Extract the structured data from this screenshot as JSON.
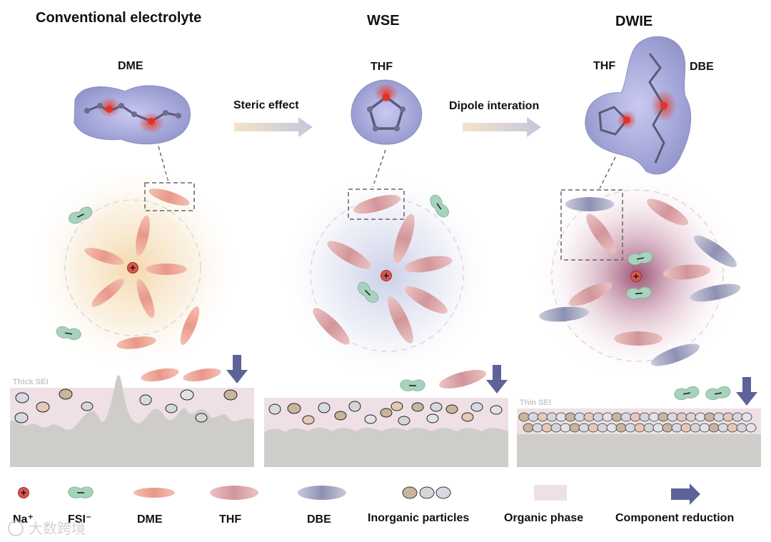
{
  "panels": [
    {
      "title": "Conventional electrolyte",
      "molecule_label": "DME",
      "sei_label": "Thick SEI"
    },
    {
      "title": "WSE",
      "molecule_label": "THF",
      "sei_label": ""
    },
    {
      "title": "DWIE",
      "molecule_label": "THF",
      "molecule_label_2": "DBE",
      "sei_label": "Thin SEI"
    }
  ],
  "transitions": [
    {
      "label": "Steric effect"
    },
    {
      "label": "Dipole interation"
    }
  ],
  "legend": [
    {
      "label": "Na⁺",
      "icon": "sodium-ion-icon"
    },
    {
      "label": "FSI⁻",
      "icon": "fsi-anion-icon"
    },
    {
      "label": "DME",
      "icon": "dme-ellipse-icon"
    },
    {
      "label": "THF",
      "icon": "thf-ellipse-icon"
    },
    {
      "label": "DBE",
      "icon": "dbe-ellipse-icon"
    },
    {
      "label": "Inorganic particles",
      "icon": "inorganic-particles-icon"
    },
    {
      "label": "Organic phase",
      "icon": "organic-phase-swatch"
    },
    {
      "label": "Component reduction",
      "icon": "reduction-arrow-icon"
    }
  ],
  "watermark": "大数跨境",
  "colors": {
    "dme": "#eea99a",
    "thf": "#d9a2a4",
    "dbe": "#9d9fbd",
    "fsi": "#9ccbb2",
    "na": "#d95a52",
    "organic_phase": "#efe0e6",
    "substrate": "#cecdc8",
    "arrow": "#5d6398",
    "dash": "#666666"
  }
}
